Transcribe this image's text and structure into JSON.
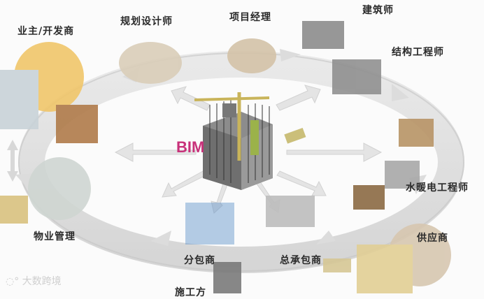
{
  "diagram": {
    "center_label": "BIM",
    "center_color": "#c8317a",
    "roles": [
      {
        "id": "owner",
        "label": "业主/开发商"
      },
      {
        "id": "planner",
        "label": "规划设计师"
      },
      {
        "id": "project-manager",
        "label": "项目经理"
      },
      {
        "id": "architect",
        "label": "建筑师"
      },
      {
        "id": "structural-engineer",
        "label": "结构工程师"
      },
      {
        "id": "mep-engineer",
        "label": "水暖电工程师"
      },
      {
        "id": "supplier",
        "label": "供应商"
      },
      {
        "id": "general-contractor",
        "label": "总承包商"
      },
      {
        "id": "subcontractor",
        "label": "分包商"
      },
      {
        "id": "construction-party",
        "label": "施工方"
      },
      {
        "id": "property-management",
        "label": "物业管理"
      }
    ],
    "ring_color": "#d9d9d9",
    "arrow_color": "#e2e2e2"
  },
  "watermark": "大数跨境"
}
